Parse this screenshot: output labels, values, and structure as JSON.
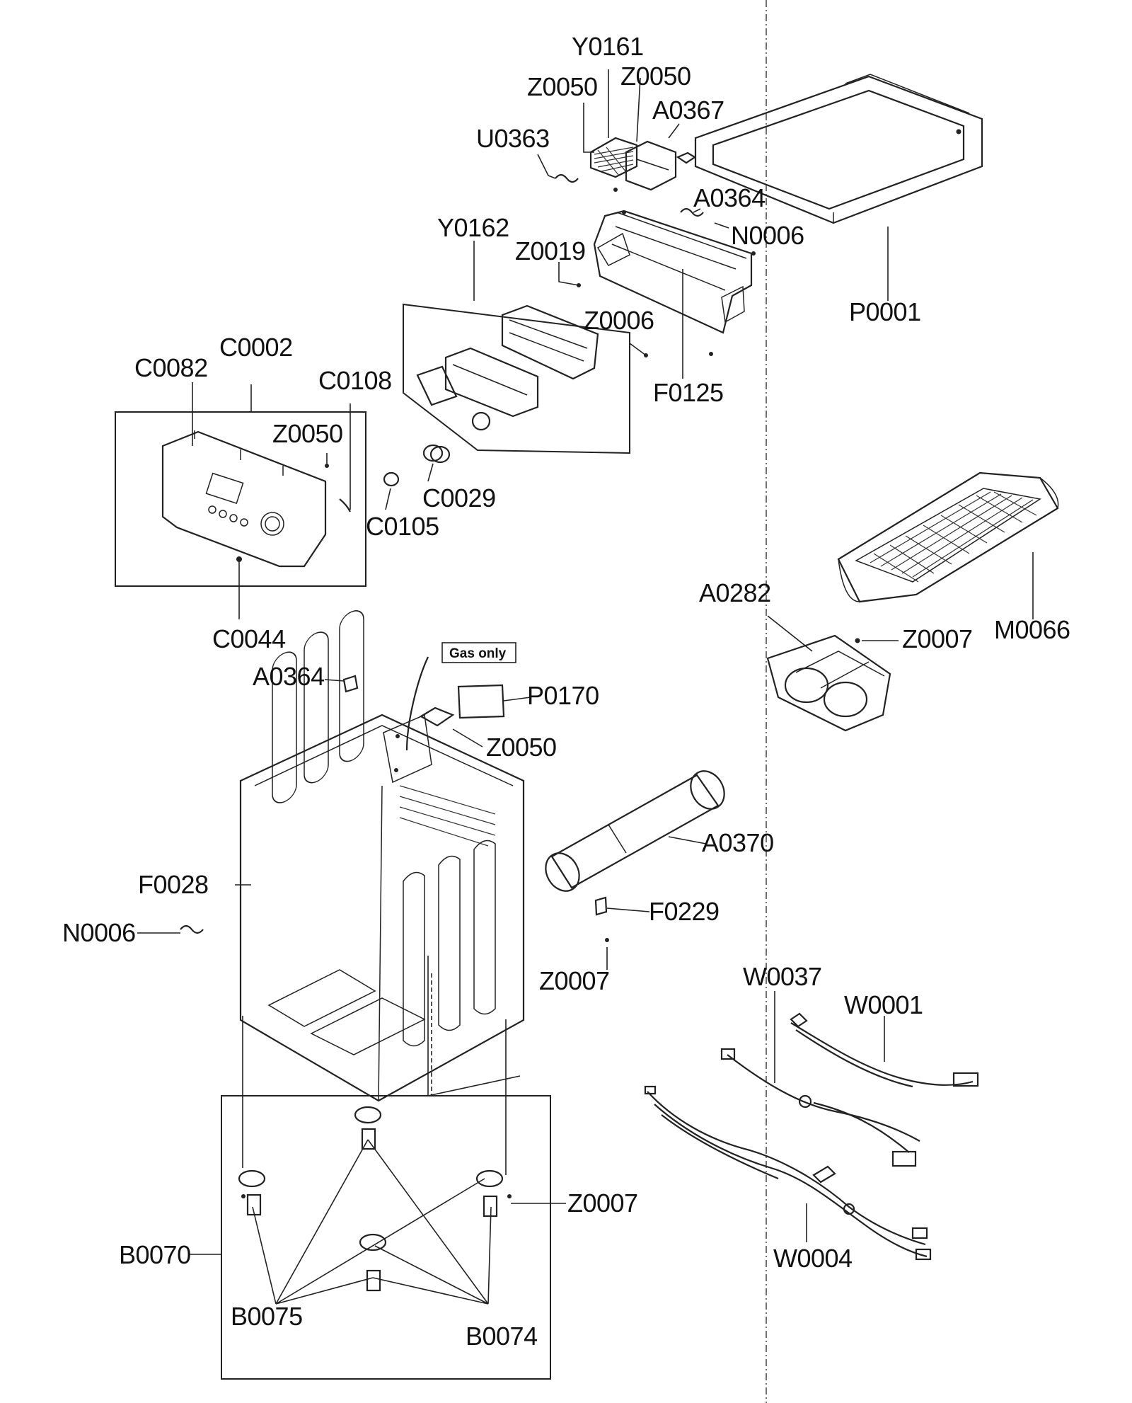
{
  "labels": {
    "Y0161": "Y0161",
    "Z0050_top_left": "Z0050",
    "Z0050_top_right": "Z0050",
    "A0367": "A0367",
    "U0363": "U0363",
    "A0364_top": "A0364",
    "N0006_top": "N0006",
    "Y0162": "Y0162",
    "Z0019": "Z0019",
    "P0001": "P0001",
    "Z0006": "Z0006",
    "F0125": "F0125",
    "C0002": "C0002",
    "C0082": "C0082",
    "C0108": "C0108",
    "Z0050_panel": "Z0050",
    "C0029": "C0029",
    "C0105": "C0105",
    "C0044": "C0044",
    "A0282": "A0282",
    "Z0007_duct": "Z0007",
    "M0066": "M0066",
    "A0364_cabinet": "A0364",
    "P0170": "P0170",
    "Z0050_cabinet": "Z0050",
    "A0370": "A0370",
    "F0028": "F0028",
    "F0229": "F0229",
    "N0006_left": "N0006",
    "Z0007_cabinet": "Z0007",
    "W0037": "W0037",
    "W0001": "W0001",
    "Z0007_base": "Z0007",
    "B0070": "B0070",
    "W0004": "W0004",
    "B0075": "B0075",
    "B0074": "B0074"
  },
  "note": {
    "gas_only": "Gas only"
  }
}
